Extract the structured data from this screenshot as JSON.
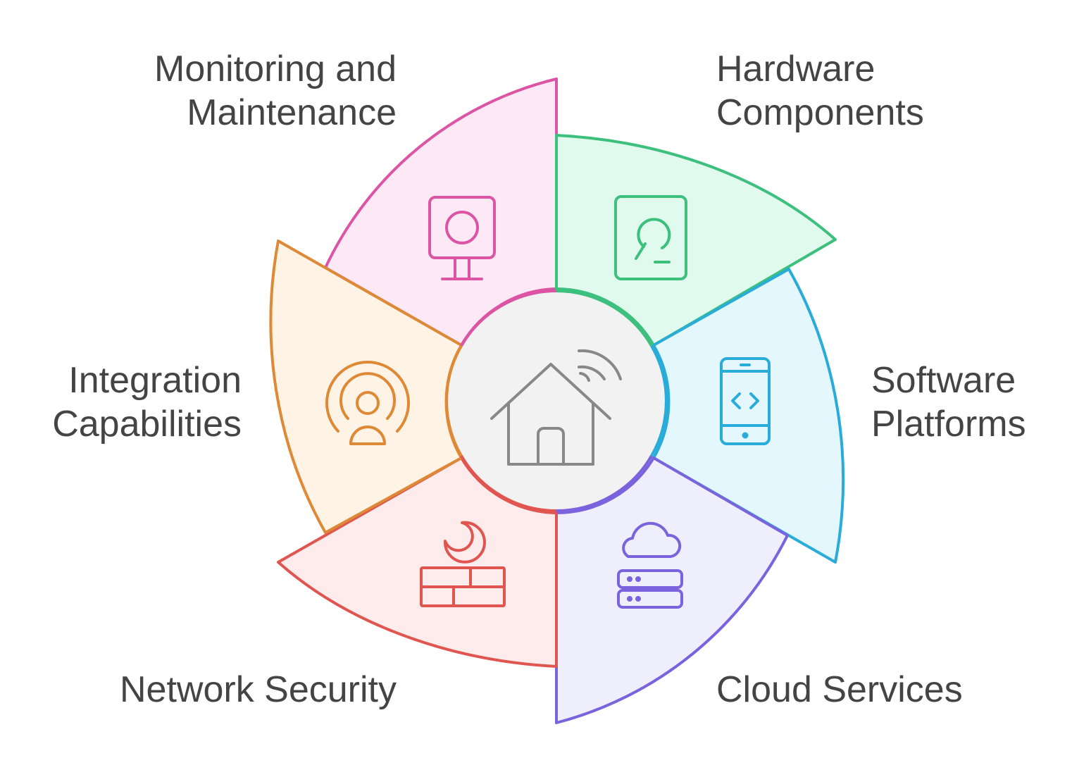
{
  "diagram": {
    "center": {
      "icon": "smart-home-icon",
      "fill": "#f2f2f2",
      "stroke": "#888888"
    },
    "segments": [
      {
        "id": "hardware-components",
        "label_lines": [
          "Hardware",
          "Components"
        ],
        "icon": "hard-drive-icon",
        "stroke": "#3dbf7e",
        "fill": "#e0fbee"
      },
      {
        "id": "software-platforms",
        "label_lines": [
          "Software",
          "Platforms"
        ],
        "icon": "mobile-code-icon",
        "stroke": "#29acd9",
        "fill": "#e3f7fc"
      },
      {
        "id": "cloud-services",
        "label_lines": [
          "Cloud Services"
        ],
        "icon": "cloud-server-icon",
        "stroke": "#7a63dc",
        "fill": "#efeefd"
      },
      {
        "id": "network-security",
        "label_lines": [
          "Network Security"
        ],
        "icon": "firewall-icon",
        "stroke": "#e05550",
        "fill": "#fdeceb"
      },
      {
        "id": "integration-capabilities",
        "label_lines": [
          "Integration",
          "Capabilities"
        ],
        "icon": "broadcast-person-icon",
        "stroke": "#de8935",
        "fill": "#fef3e4"
      },
      {
        "id": "monitoring-maintenance",
        "label_lines": [
          "Monitoring and",
          "Maintenance"
        ],
        "icon": "monitor-icon",
        "stroke": "#dc55a5",
        "fill": "#fde9f5"
      }
    ]
  }
}
